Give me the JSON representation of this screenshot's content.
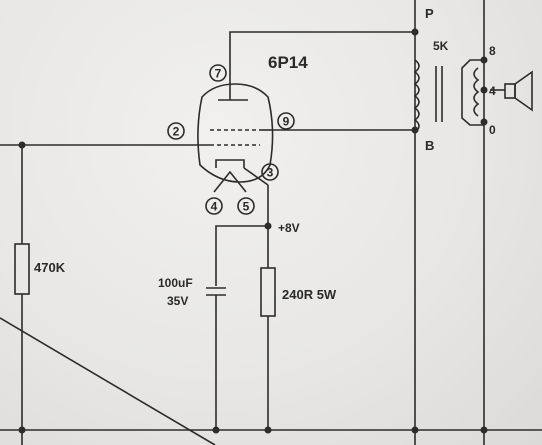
{
  "tube": {
    "type": "6P14",
    "pins": {
      "p7": "7",
      "p9": "9",
      "p2": "2",
      "p3": "3",
      "p4": "4",
      "p5": "5"
    }
  },
  "transformer": {
    "impedance": "5K",
    "primary_top": "P",
    "primary_bottom": "B",
    "taps": [
      "8",
      "4",
      "0"
    ]
  },
  "components": {
    "grid_resistor": "470K",
    "cap_value": "100uF",
    "cap_voltage": "35V",
    "cathode_resistor": "240R 5W",
    "cathode_voltage": "+8V"
  }
}
